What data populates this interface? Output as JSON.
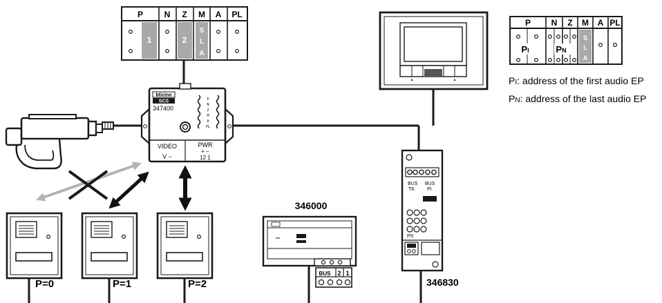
{
  "config_table": {
    "headers": [
      "P",
      "N",
      "Z",
      "M",
      "A",
      "PL"
    ],
    "main_values": {
      "p": "1",
      "n": "2",
      "m": [
        "S",
        "L",
        "A"
      ]
    },
    "side_values": {
      "p": "P",
      "p_sub": "I",
      "n": "P",
      "n_sub": "N",
      "m": [
        "S",
        "L",
        "A"
      ]
    }
  },
  "legend": {
    "first": {
      "sym": "P",
      "sub": "I",
      "text": ": address of the first audio EP"
    },
    "last": {
      "sym": "P",
      "sub": "N",
      "text": ": address of the last audio EP"
    }
  },
  "interface_module": {
    "brand": "bticino",
    "brand_sub": "SCS",
    "model": "347400",
    "side_letters": [
      "P",
      "N",
      "Z",
      "M",
      "A",
      "PL"
    ],
    "video_label": "VIDEO",
    "video_pins": "V  −",
    "pwr_label": "PWR",
    "pwr_sign": "+  −",
    "pwr_pins": "12  1"
  },
  "entrance_panels": [
    {
      "label": "P=0"
    },
    {
      "label": "P=1"
    },
    {
      "label": "P=2"
    }
  ],
  "power_supply": {
    "model": "346000",
    "bus_label": "BUS",
    "terminals": [
      "2",
      "1"
    ]
  },
  "video_module": {
    "model": "346830",
    "bus_tk": [
      "BUS",
      "TK"
    ],
    "bus_pi": [
      "BUS",
      "PI"
    ],
    "ps": "PS"
  },
  "colors": {
    "line": "#1a1a1a",
    "switch_shade": "#a9a9a9",
    "grey_arrow": "#b3b3b3",
    "black_arrow": "#111111"
  }
}
